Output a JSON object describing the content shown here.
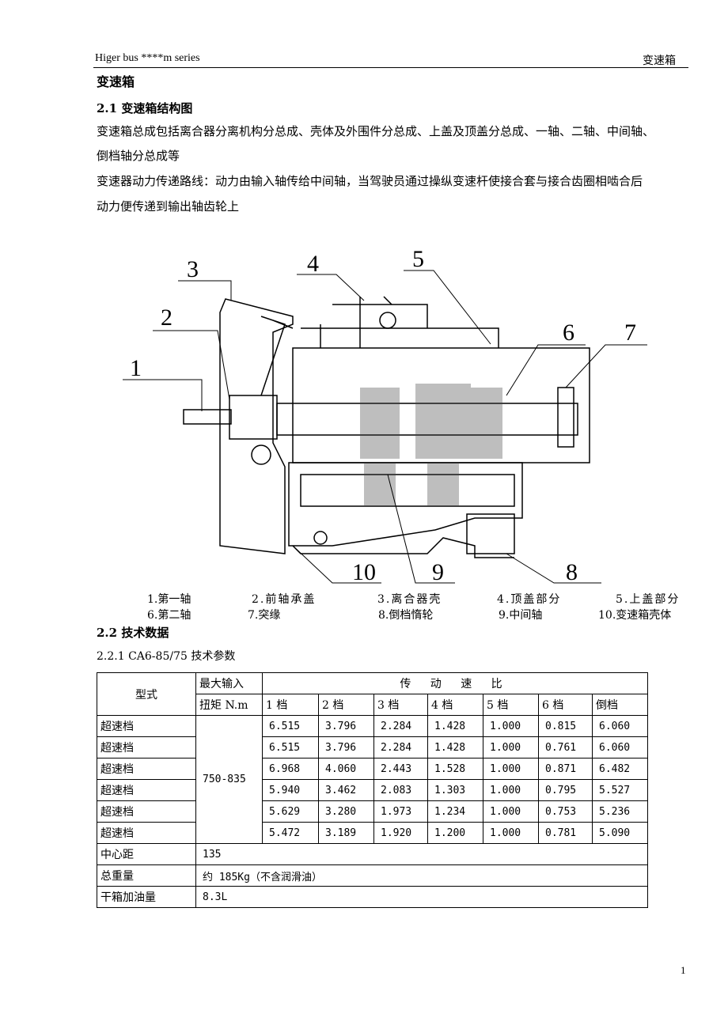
{
  "header": {
    "left": "Higer bus ****m series",
    "right": "变速箱"
  },
  "title": "变速箱",
  "section_2_1": {
    "heading": "2.1 变速箱结构图",
    "paragraphs": [
      "变速箱总成包括离合器分离机构分总成、壳体及外围件分总成、上盖及顶盖分总成、一轴、二轴、中间轴、",
      "倒档轴分总成等",
      "变速器动力传递路线：动力由输入轴传给中间轴，当驾驶员通过操纵变速杆使接合套与接合齿圈相啮合后",
      "动力便传递到输出轴齿轮上"
    ]
  },
  "diagram": {
    "callouts": [
      "1",
      "2",
      "3",
      "4",
      "5",
      "6",
      "7",
      "8",
      "9",
      "10"
    ]
  },
  "captions": [
    "1.第一轴",
    "2.前轴承盖",
    "3.离合器壳",
    "4.顶盖部分",
    "5.上盖部分",
    "6.第二轴",
    "7.突缘",
    "8.倒档惰轮",
    "9.中间轴",
    "10.变速箱壳体"
  ],
  "section_2_2": {
    "heading": "2.2 技术数据",
    "sub": "2.2.1 CA6-85/75 技术参数"
  },
  "table": {
    "h_type": "型式",
    "h_torque_1": "最大输入",
    "h_torque_2": "扭矩 N.m",
    "h_ratio": "传 动 速 比",
    "gears": [
      "1 档",
      "2 档",
      "3 档",
      "4 档",
      "5 档",
      "6 档",
      "倒档"
    ],
    "torque": "750-835",
    "rows": [
      {
        "type": "超速档",
        "v": [
          "6.515",
          "3.796",
          "2.284",
          "1.428",
          "1.000",
          "0.815",
          "6.060"
        ]
      },
      {
        "type": "超速档",
        "v": [
          "6.515",
          "3.796",
          "2.284",
          "1.428",
          "1.000",
          "0.761",
          "6.060"
        ]
      },
      {
        "type": "超速档",
        "v": [
          "6.968",
          "4.060",
          "2.443",
          "1.528",
          "1.000",
          "0.871",
          "6.482"
        ]
      },
      {
        "type": "超速档",
        "v": [
          "5.940",
          "3.462",
          "2.083",
          "1.303",
          "1.000",
          "0.795",
          "5.527"
        ]
      },
      {
        "type": "超速档",
        "v": [
          "5.629",
          "3.280",
          "1.973",
          "1.234",
          "1.000",
          "0.753",
          "5.236"
        ]
      },
      {
        "type": "超速档",
        "v": [
          "5.472",
          "3.189",
          "1.920",
          "1.200",
          "1.000",
          "0.781",
          "5.090"
        ]
      }
    ],
    "extra": [
      {
        "label": "中心距",
        "value": "135"
      },
      {
        "label": "总重量",
        "value": "约 185Kg（不含润滑油）"
      },
      {
        "label": "干箱加油量",
        "value": "8.3L"
      }
    ]
  },
  "page_number": "1"
}
